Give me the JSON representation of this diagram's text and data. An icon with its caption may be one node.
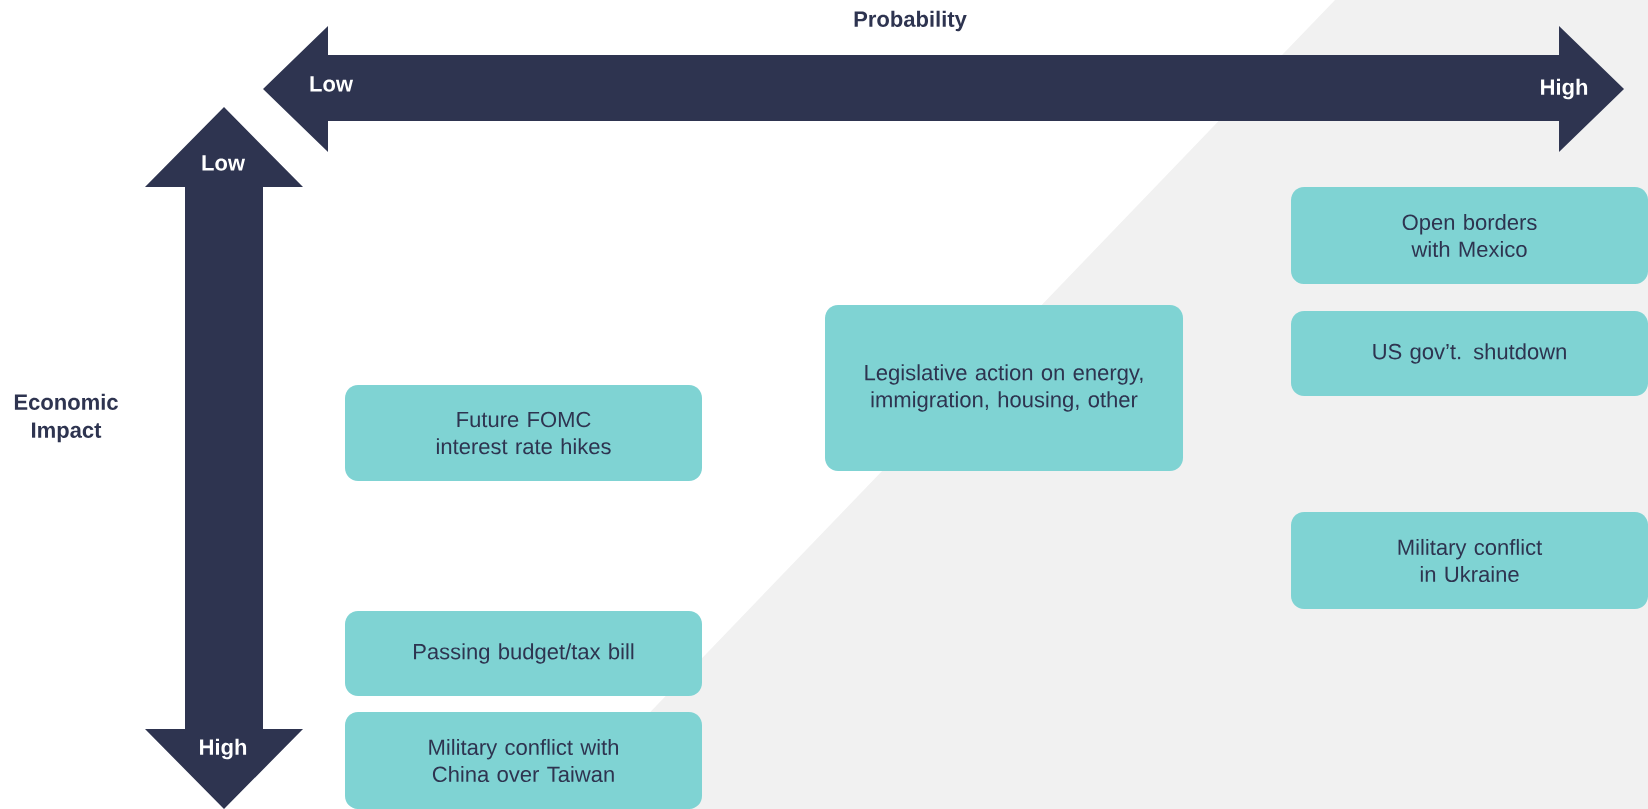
{
  "diagram": {
    "nodes": [
      {
        "text": [
          "Open borders with Mexico"
        ]
      },
      {
        "text": [
          "Legislative action on energy, immigration, housing, other"
        ]
      },
      {
        "text": [
          "US gov’t. shutdown"
        ]
      },
      {
        "text": [
          "Future FOMC interest rate hikes"
        ]
      },
      {
        "text": [
          "Military conflict in Ukraine"
        ]
      },
      {
        "text": [
          "Passing budget/tax bill"
        ]
      },
      {
        "text": [
          "Military conflict with China over Taiwan"
        ]
      }
    ],
    "labels": [
      "Probability",
      "Low",
      "High",
      "Low",
      "Economic Impact",
      "High"
    ]
  }
}
